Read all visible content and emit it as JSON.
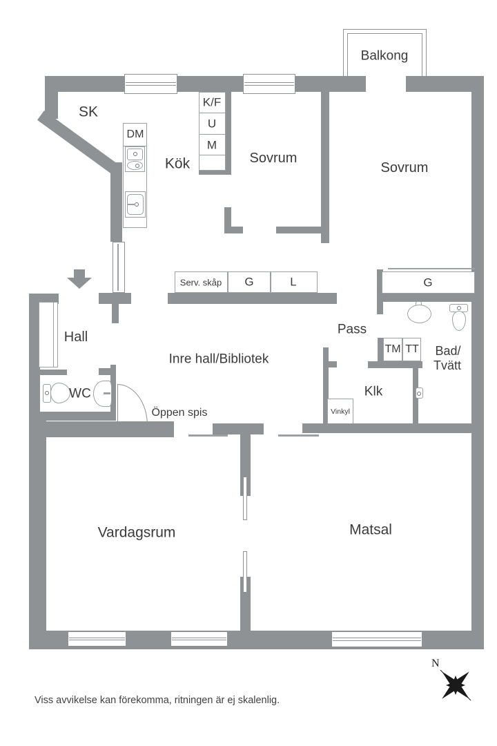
{
  "labels": {
    "balkong": "Balkong",
    "sk": "SK",
    "dm": "DM",
    "kok": "Kök",
    "kf": "K/F",
    "u": "U",
    "m": "M",
    "sovrum1": "Sovrum",
    "sovrum2": "Sovrum",
    "serv_skap": "Serv. skåp",
    "g1": "G",
    "l": "L",
    "g2": "G",
    "hall": "Hall",
    "wc": "WC",
    "inre_hall": "Inre hall/Bibliotek",
    "pass": "Pass",
    "tm": "TM",
    "tt": "TT",
    "bad_line1": "Bad/",
    "bad_line2": "Tvätt",
    "klk": "Klk",
    "vinkyl": "Vinkyl",
    "oppen_spis": "Öppen spis",
    "vardagsrum": "Vardagsrum",
    "matsal": "Matsal",
    "compass_n": "N",
    "disclaimer": "Viss avvikelse kan förekomma, ritningen är ej skalenlig."
  },
  "colors": {
    "wall": "#8e9294",
    "text": "#3b3b3b",
    "line": "#9aa0a3",
    "compass": "#1a1a1a",
    "background": "#ffffff"
  }
}
